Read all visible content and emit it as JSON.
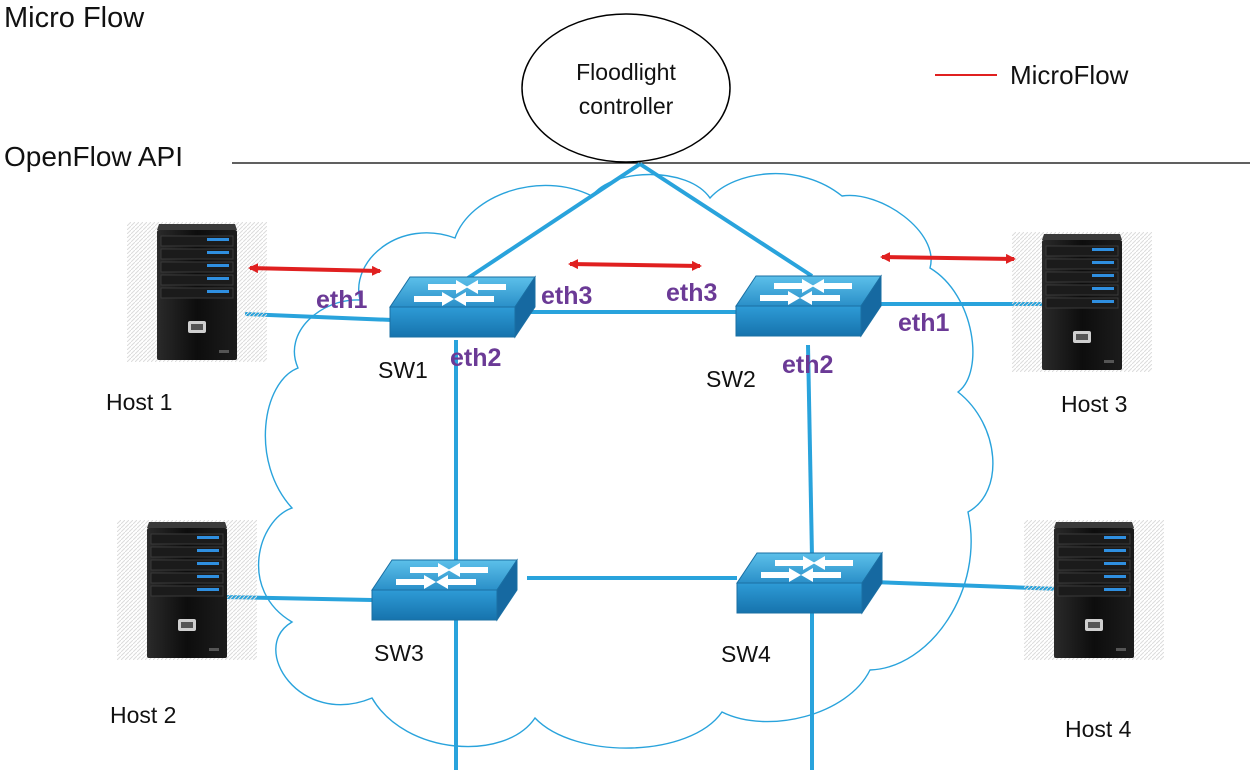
{
  "header": {
    "title": "Micro Flow",
    "api_label": "OpenFlow API"
  },
  "controller": {
    "line1": "Floodlight",
    "line2": "controller"
  },
  "legend": {
    "label": "MicroFlow",
    "color": "#e02020"
  },
  "colors": {
    "link": "#29a3dc",
    "cloud": "#29a3dc",
    "port_label": "#6b3a96",
    "microflow": "#e02020"
  },
  "hosts": [
    {
      "label": "Host 1",
      "icon": "server-tower-icon"
    },
    {
      "label": "Host 2",
      "icon": "server-tower-icon"
    },
    {
      "label": "Host 3",
      "icon": "server-tower-icon"
    },
    {
      "label": "Host 4",
      "icon": "server-tower-icon"
    }
  ],
  "switches": [
    {
      "label": "SW1",
      "icon": "switch-icon"
    },
    {
      "label": "SW2",
      "icon": "switch-icon"
    },
    {
      "label": "SW3",
      "icon": "switch-icon"
    },
    {
      "label": "SW4",
      "icon": "switch-icon"
    }
  ],
  "ports": {
    "sw1_eth1": "eth1",
    "sw1_eth2": "eth2",
    "sw1_eth3": "eth3",
    "sw2_eth3": "eth3",
    "sw2_eth2": "eth2",
    "sw2_eth1": "eth1"
  }
}
